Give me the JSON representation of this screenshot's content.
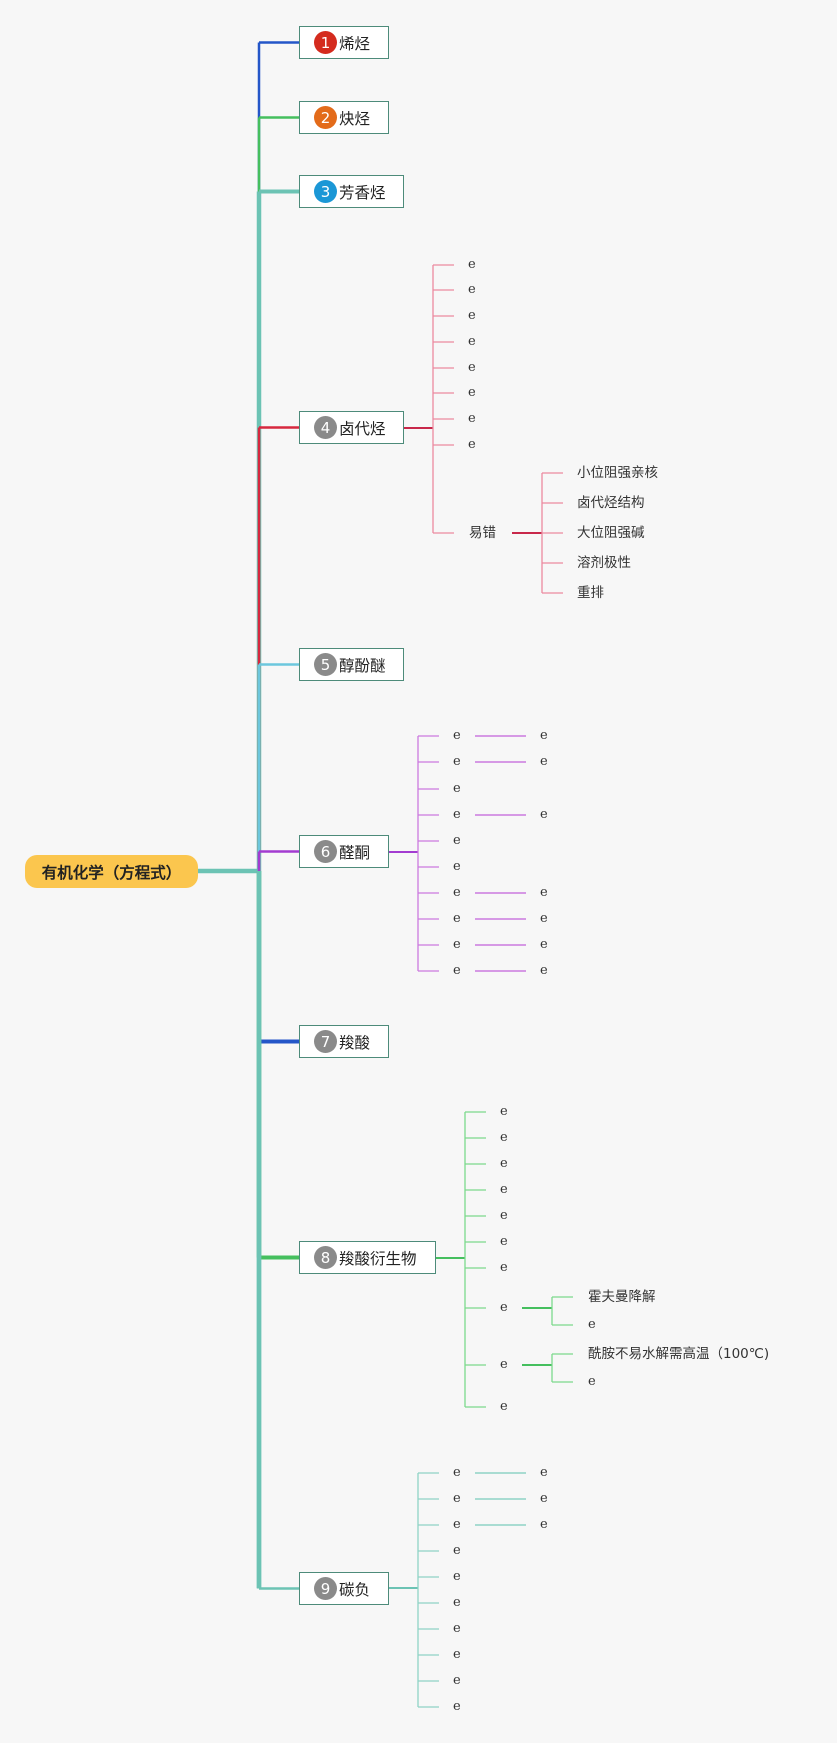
{
  "root": {
    "label": "有机化学（方程式）"
  },
  "topics": [
    {
      "num": "1",
      "label": "烯烃",
      "badge_color": "#d42b1e",
      "line_color": "#2456c8"
    },
    {
      "num": "2",
      "label": "炔烃",
      "badge_color": "#e36b1a",
      "line_color": "#45bf5e"
    },
    {
      "num": "3",
      "label": "芳香烃",
      "badge_color": "#1b97d6",
      "line_color": "#6cc3b4"
    },
    {
      "num": "4",
      "label": "卤代烃",
      "badge_color": "#8a8a8a",
      "line_color": "#d7283f"
    },
    {
      "num": "5",
      "label": "醇酚醚",
      "badge_color": "#8a8a8a",
      "line_color": "#6cc7dd"
    },
    {
      "num": "6",
      "label": "醛酮",
      "badge_color": "#8a8a8a",
      "line_color": "#a33cd1"
    },
    {
      "num": "7",
      "label": "羧酸",
      "badge_color": "#8a8a8a",
      "line_color": "#2456c8"
    },
    {
      "num": "8",
      "label": "羧酸衍生物",
      "badge_color": "#8a8a8a",
      "line_color": "#45bf5e"
    },
    {
      "num": "9",
      "label": "碳负",
      "badge_color": "#8a8a8a",
      "line_color": "#6cc3b4"
    }
  ],
  "haloalkane": {
    "items": [
      "e",
      "e",
      "e",
      "e",
      "e",
      "e",
      "e",
      "e"
    ],
    "error_label": "易错",
    "error_items": [
      "小位阻强亲核",
      "卤代烃结构",
      "大位阻强碱",
      "溶剂极性",
      "重排"
    ]
  },
  "aldehyde": {
    "items": [
      {
        "label": "e",
        "child": "e"
      },
      {
        "label": "e",
        "child": "e"
      },
      {
        "label": "e",
        "child": null
      },
      {
        "label": "e",
        "child": "e"
      },
      {
        "label": "e",
        "child": null
      },
      {
        "label": "e",
        "child": null
      },
      {
        "label": "e",
        "child": "e"
      },
      {
        "label": "e",
        "child": "e"
      },
      {
        "label": "e",
        "child": "e"
      },
      {
        "label": "e",
        "child": "e"
      }
    ]
  },
  "derivatives": {
    "items": [
      {
        "label": "e",
        "children": []
      },
      {
        "label": "e",
        "children": []
      },
      {
        "label": "e",
        "children": []
      },
      {
        "label": "e",
        "children": []
      },
      {
        "label": "e",
        "children": []
      },
      {
        "label": "e",
        "children": []
      },
      {
        "label": "e",
        "children": []
      },
      {
        "label": "e",
        "children": [
          "霍夫曼降解",
          "e"
        ]
      },
      {
        "label": "e",
        "children": [
          "酰胺不易水解需高温（100℃)",
          "e"
        ]
      },
      {
        "label": "e",
        "children": []
      }
    ]
  },
  "carbanion": {
    "items": [
      {
        "label": "e",
        "child": "e"
      },
      {
        "label": "e",
        "child": "e"
      },
      {
        "label": "e",
        "child": "e"
      },
      {
        "label": "e",
        "child": null
      },
      {
        "label": "e",
        "child": null
      },
      {
        "label": "e",
        "child": null
      },
      {
        "label": "e",
        "child": null
      },
      {
        "label": "e",
        "child": null
      },
      {
        "label": "e",
        "child": null
      },
      {
        "label": "e",
        "child": null
      }
    ]
  },
  "colors": {
    "trunk": "#6cc3b4",
    "halo_sub": "#ec8aa0",
    "aldehyde_sub": "#cc7adf",
    "deriv_sub": "#7cd98c",
    "carbanion_sub": "#8fd3c6"
  }
}
